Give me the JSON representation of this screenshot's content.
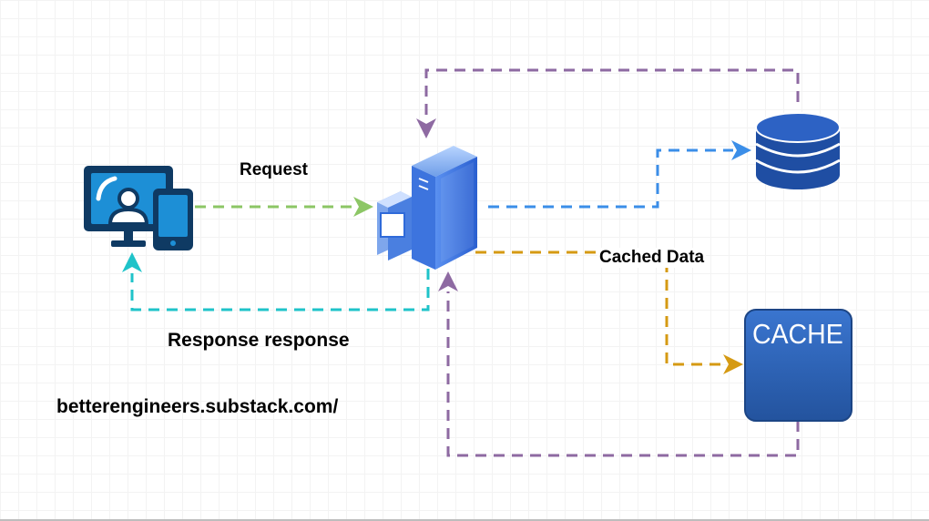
{
  "labels": {
    "request": "Request",
    "cached_data": "Cached Data",
    "response": "Response response",
    "url": "betterengineers.substack.com/"
  },
  "nodes": {
    "cache": {
      "text": "CACHE",
      "icon": "cache-box-icon"
    },
    "client": {
      "icon": "desktop-mobile-user-icon"
    },
    "server": {
      "icon": "server-icon"
    },
    "database": {
      "icon": "database-icon"
    }
  },
  "colors": {
    "request_arrow": "#8cc665",
    "response_arrow": "#1fc3c9",
    "db_arrow": "#3b8ee8",
    "cache_arrow": "#d59a13",
    "loop_arrow": "#8e6aa2",
    "client_icon": "#0f3a63",
    "server_blue": "#2f6ad9",
    "db_blue": "#1f4ea3",
    "cache_blue": "#2c63b8"
  }
}
